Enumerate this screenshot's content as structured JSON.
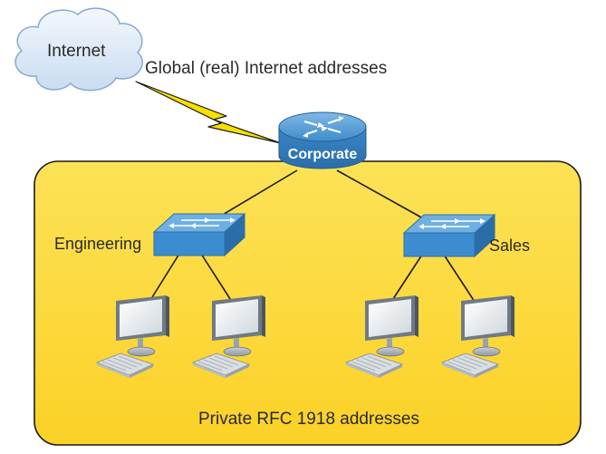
{
  "labels": {
    "internet": "Internet",
    "global": "Global (real) Internet addresses",
    "router": "Corporate",
    "engineering": "Engineering",
    "sales": "Sales",
    "private": "Private RFC 1918 addresses"
  },
  "colors": {
    "private_zone": "#fdd835",
    "zone_border": "#1a1a1a",
    "device_blue": "#3d8fd0",
    "cloud": "#dfeaf7",
    "lightning": "#f7e000"
  }
}
